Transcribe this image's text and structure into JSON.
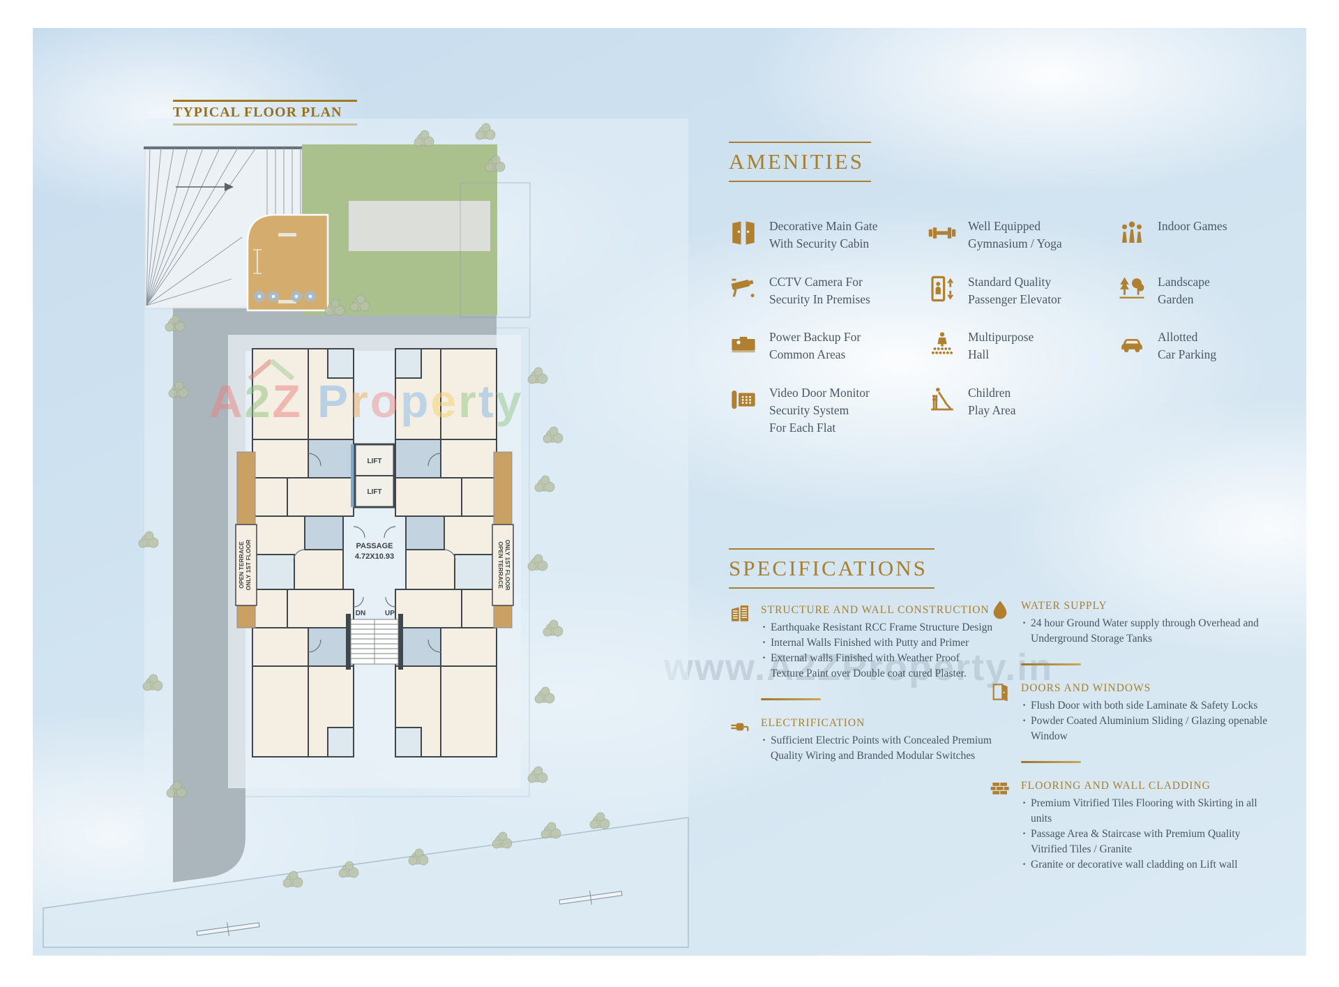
{
  "page": {
    "plan_title": "TYPICAL FLOOR PLAN"
  },
  "colors": {
    "accent_gold": "#a87f2e",
    "text": "#4a5765",
    "sky": "#d2e4f1",
    "garden_green": "#aac08d",
    "terrace_tan": "#c9a164",
    "road_gray": "#a6b0b6"
  },
  "amenities": {
    "heading": "AMENITIES",
    "items": [
      {
        "icon": "main-gate-icon",
        "label": "Decorative Main Gate\nWith Security Cabin"
      },
      {
        "icon": "gym-icon",
        "label": "Well Equipped\nGymnasium / Yoga"
      },
      {
        "icon": "indoor-games-icon",
        "label": "Indoor Games"
      },
      {
        "icon": "cctv-icon",
        "label": "CCTV Camera For\nSecurity In Premises"
      },
      {
        "icon": "elevator-icon",
        "label": "Standard Quality\nPassenger Elevator"
      },
      {
        "icon": "landscape-garden-icon",
        "label": "Landscape\nGarden"
      },
      {
        "icon": "power-backup-icon",
        "label": "Power Backup For\nCommon Areas"
      },
      {
        "icon": "multipurpose-hall-icon",
        "label": "Multipurpose\nHall"
      },
      {
        "icon": "car-parking-icon",
        "label": "Allotted\nCar Parking"
      },
      {
        "icon": "video-door-icon",
        "label": "Video Door Monitor\nSecurity System\nFor Each Flat"
      },
      {
        "icon": "children-play-icon",
        "label": "Children\nPlay Area"
      }
    ]
  },
  "specifications": {
    "heading": "SPECIFICATIONS",
    "left": [
      {
        "icon": "structure-icon",
        "title": "STRUCTURE AND WALL CONSTRUCTION",
        "bullets": [
          "Earthquake Resistant RCC Frame Structure Design",
          "Internal Walls Finished with Putty and Primer",
          "External walls Finished with Weather Proof Texture Paint over Double coat cured Plaster."
        ]
      },
      {
        "icon": "electrification-icon",
        "title": "ELECTRIFICATION",
        "bullets": [
          "Sufficient Electric Points with Concealed Premium Quality Wiring and Branded Modular Switches"
        ]
      }
    ],
    "right": [
      {
        "icon": "water-supply-icon",
        "title": "WATER SUPPLY",
        "bullets": [
          "24 hour Ground Water supply through Overhead and Underground Storage Tanks"
        ]
      },
      {
        "icon": "doors-windows-icon",
        "title": "DOORS AND WINDOWS",
        "bullets": [
          "Flush Door with both side Laminate & Safety Locks",
          "Powder Coated Aluminium Sliding / Glazing openable Window"
        ]
      },
      {
        "icon": "flooring-icon",
        "title": "FLOORING AND WALL CLADDING",
        "bullets": [
          "Premium Vitrified Tiles Flooring with Skirting in all units",
          "Passage Area & Staircase with Premium Quality Vitrified Tiles / Granite",
          "Granite or decorative wall cladding on Lift wall"
        ]
      }
    ]
  },
  "floor_plan": {
    "lift1": "LIFT",
    "lift2": "LIFT",
    "passage_line1": "PASSAGE",
    "passage_line2": "4.72X10.93",
    "dn": "DN",
    "up": "UP",
    "terrace_left_line1": "OPEN TERRACE",
    "terrace_left_line2": "ONLY 1ST FLOOR",
    "terrace_right_line1": "OPEN TERRACE",
    "terrace_right_line2": "ONLY 1ST FLOOR"
  },
  "watermarks": {
    "site": "www.A2ZProperty.in",
    "plan_letters": [
      "A",
      "2",
      "Z",
      " ",
      "P",
      "r",
      "o",
      "p",
      "e",
      "r",
      "t",
      "y"
    ]
  }
}
